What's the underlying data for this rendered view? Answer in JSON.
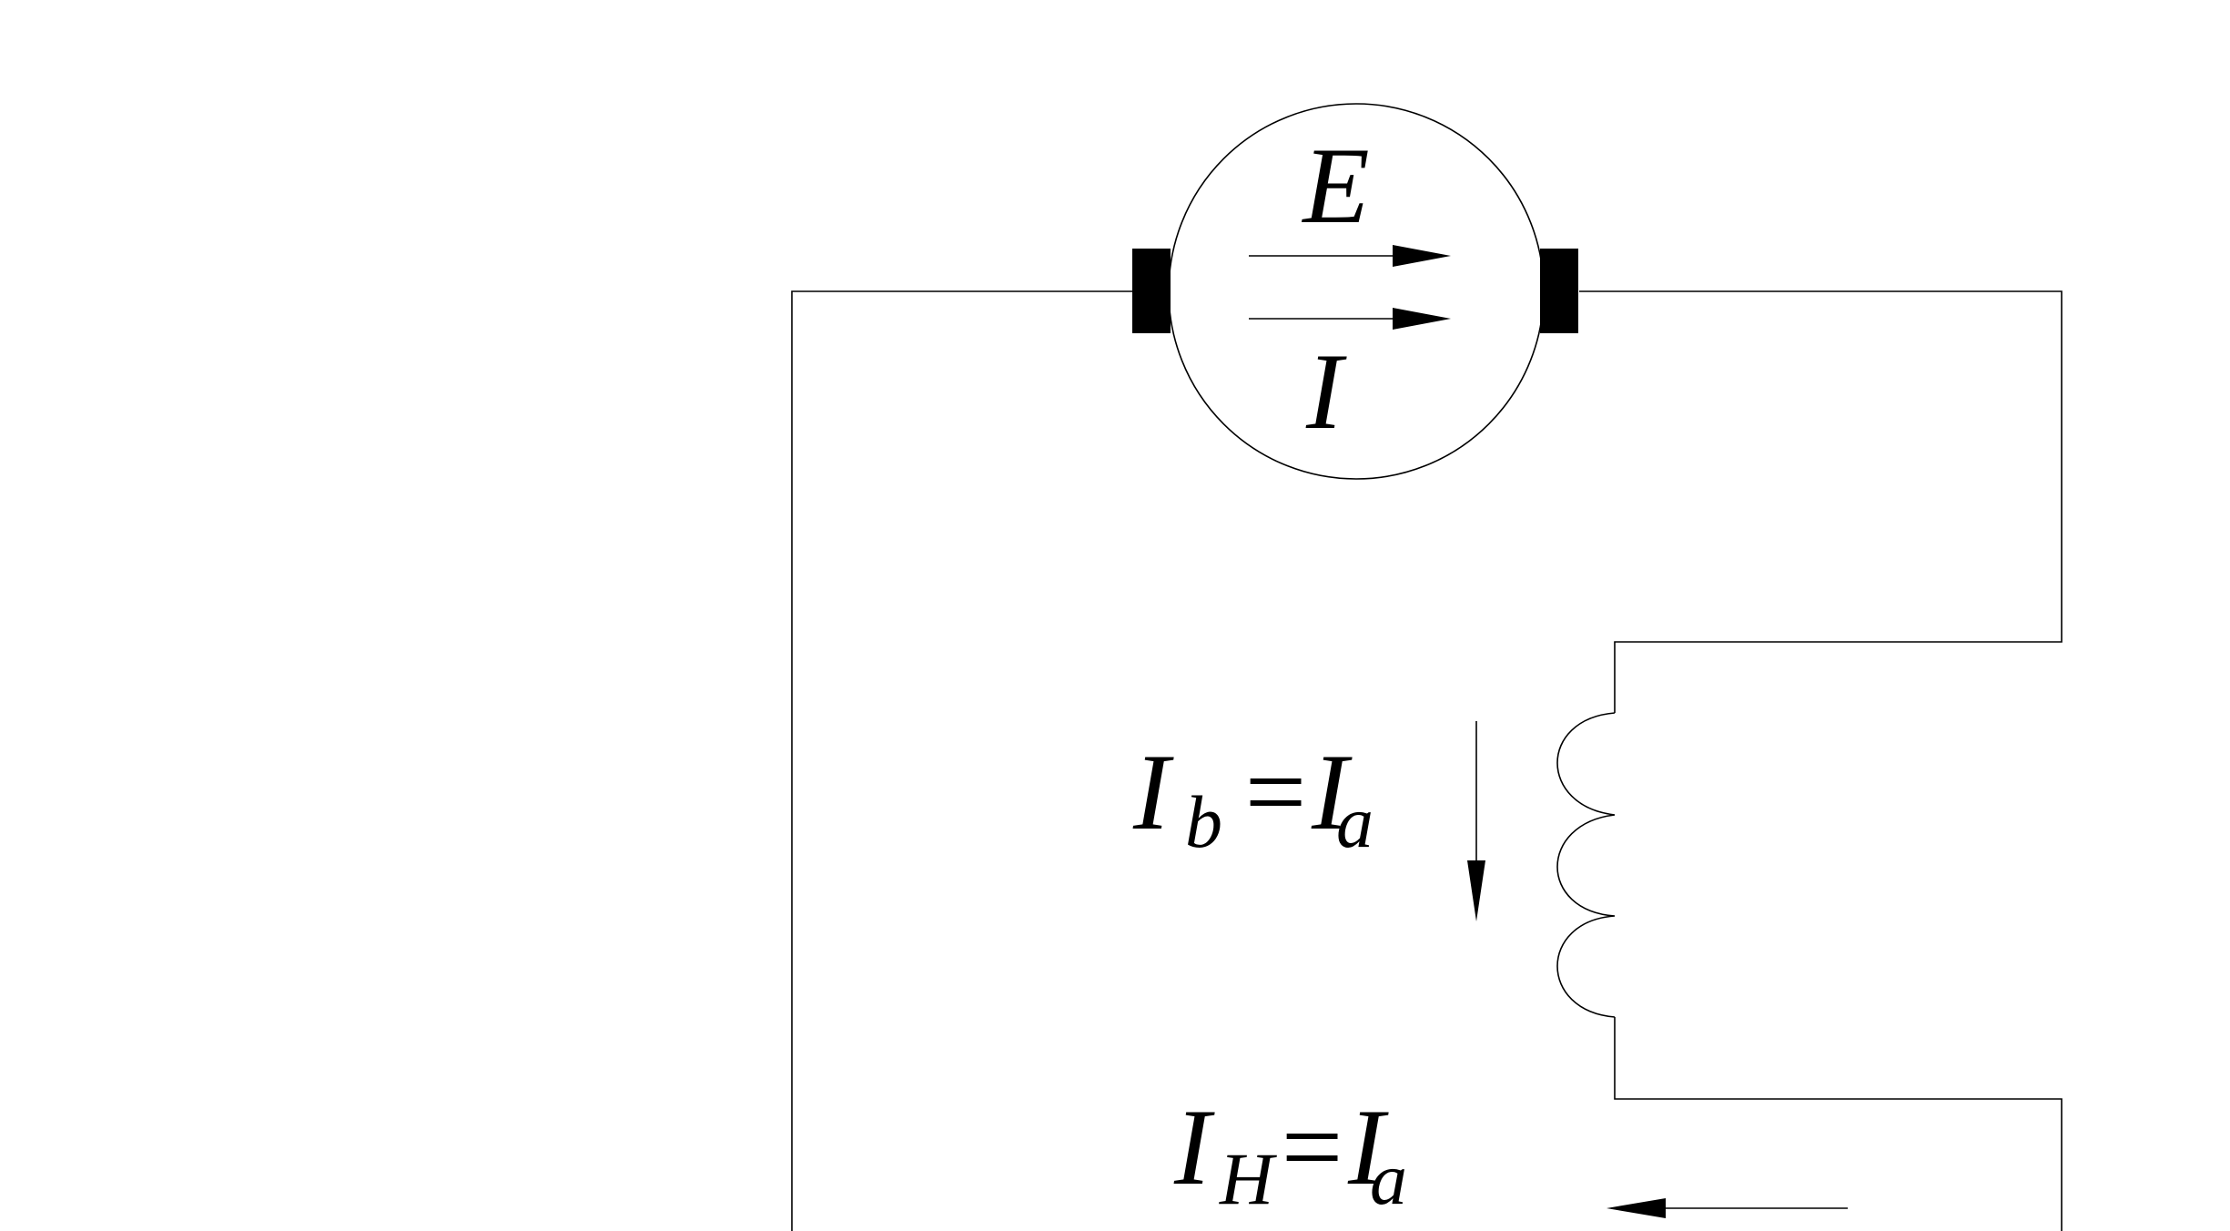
{
  "labels": {
    "emf": "E",
    "armature_current": "I",
    "field_current": {
      "main": "I",
      "sub": "b",
      "equals": "=I",
      "rhs_sub": "a"
    },
    "load_current": {
      "main": "I",
      "sub": "H",
      "equals": "=I",
      "rhs_sub": "a"
    }
  },
  "colors": {
    "background": "#ffffff",
    "stroke": "#000000"
  }
}
